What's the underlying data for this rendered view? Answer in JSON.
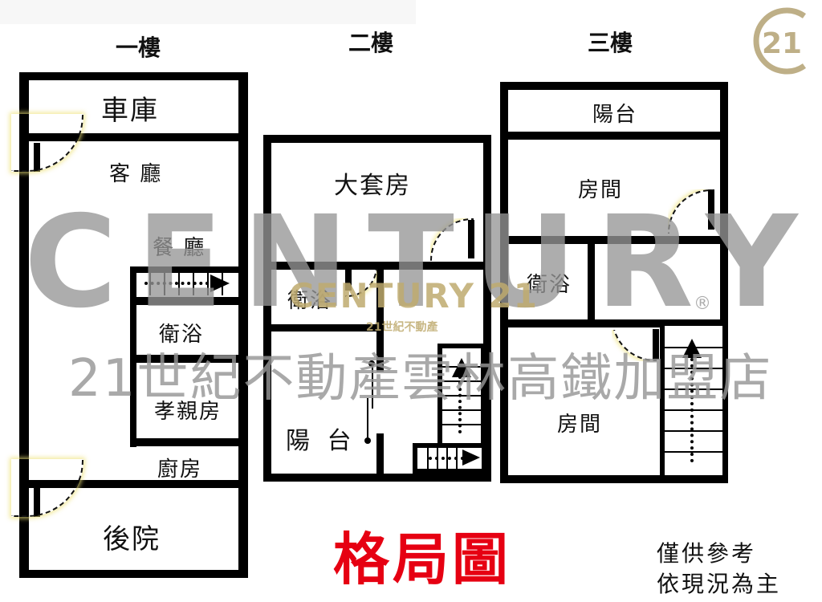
{
  "floors": [
    {
      "title": "一樓",
      "rooms": {
        "garage": "車庫",
        "living_room": "客 廳",
        "dining_room": "餐 廳",
        "bathroom": "衛浴",
        "elder_room": "孝親房",
        "kitchen": "廚房",
        "backyard": "後院"
      }
    },
    {
      "title": "二樓",
      "rooms": {
        "master_suite": "大套房",
        "bathroom": "衛浴",
        "balcony": "陽 台"
      }
    },
    {
      "title": "三樓",
      "rooms": {
        "balcony": "陽台",
        "room_front": "房間",
        "bathroom": "衛浴",
        "room_back": "房間"
      }
    }
  ],
  "watermark": {
    "brand": "CENTURY 21",
    "registered": "®",
    "branch": "21世紀不動產雲林高鐵加盟店",
    "small_brand": "CENTURY 21",
    "small_sub": "21世紀不動產"
  },
  "logo": {
    "text": "21",
    "color": "#beaf87"
  },
  "title": {
    "text": "格局圖",
    "color": "#e60012"
  },
  "disclaimer": {
    "line1": "僅供參考",
    "line2": "依現況為主"
  }
}
